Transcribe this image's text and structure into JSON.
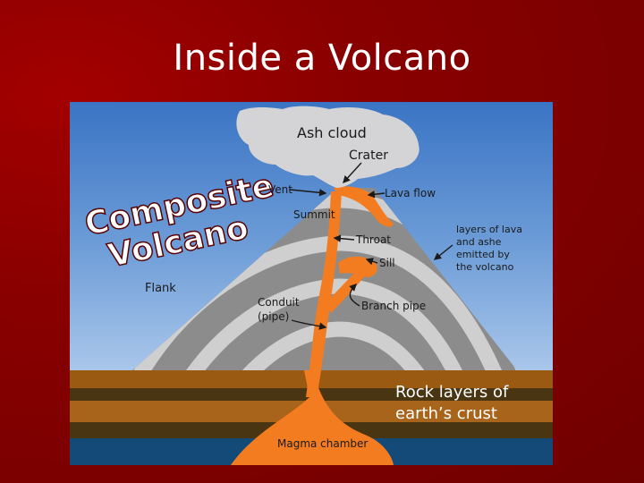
{
  "slide": {
    "title": "Inside a Volcano"
  },
  "diagram": {
    "heading_line1": "Composite",
    "heading_line2": "Volcano",
    "labels": {
      "ash_cloud": "Ash cloud",
      "crater": "Crater",
      "vent": "Vent",
      "lava_flow": "Lava flow",
      "summit": "Summit",
      "throat": "Throat",
      "sill": "Sill",
      "layers_line1": "layers of lava",
      "layers_line2": "and ashe",
      "layers_line3": "emitted by",
      "layers_line4": "the volcano",
      "flank": "Flank",
      "conduit_line1": "Conduit",
      "conduit_line2": "(pipe)",
      "branch_pipe": "Branch pipe",
      "rock_line1": "Rock layers of",
      "rock_line2": "earth’s crust",
      "magma_chamber": "Magma chamber"
    },
    "colors": {
      "sky_top": "#3a74c4",
      "sky_bottom": "#8fb6e4",
      "mountain_dark": "#8c8c8c",
      "mountain_light": "#cfcfcf",
      "magma": "#f47c20",
      "crust_brown": "#9b5a12",
      "crust_dark": "#4a3512",
      "deep_blue": "#134a78",
      "background": "#8a0000"
    }
  }
}
